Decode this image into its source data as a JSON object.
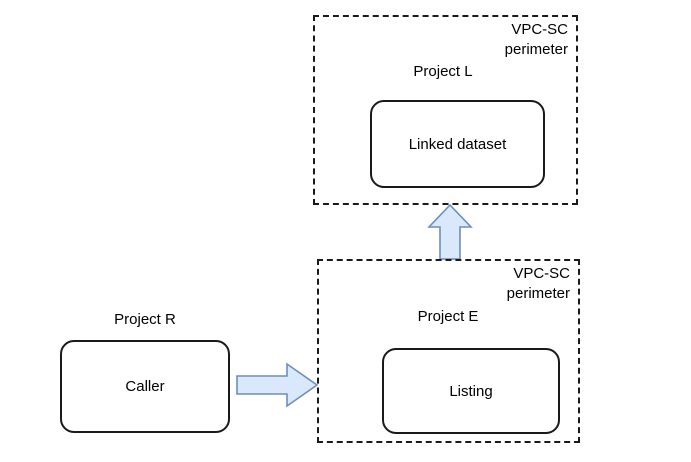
{
  "diagram": {
    "title": "VPC-SC perimeter dataset linking diagram",
    "background_color": "#ffffff",
    "stroke_color": "#1a1a1a",
    "arrow_fill_color": "#dae8fc",
    "arrow_stroke_color": "#6c8ebf"
  },
  "perimeters": [
    {
      "id": "perimeter-l",
      "perimeter_label": "VPC-SC\nperimeter",
      "project_label": "Project L"
    },
    {
      "id": "perimeter-e",
      "perimeter_label": "VPC-SC\nperimeter",
      "project_label": "Project E"
    }
  ],
  "nodes": [
    {
      "id": "linked-dataset",
      "label": "Linked dataset"
    },
    {
      "id": "caller",
      "label": "Caller",
      "project_label": "Project R"
    },
    {
      "id": "listing",
      "label": "Listing"
    }
  ],
  "arrows": [
    {
      "id": "arrow-listing-to-linked-dataset",
      "direction": "up"
    },
    {
      "id": "arrow-caller-to-listing",
      "direction": "right"
    }
  ]
}
